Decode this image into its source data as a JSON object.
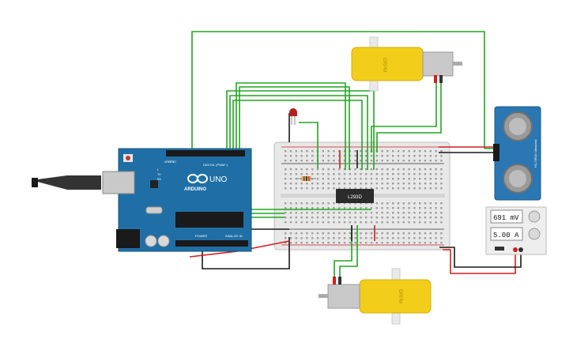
{
  "arduino": {
    "brand": "ARDUINO",
    "model": "UNO",
    "digital_label": "DIGITAL (PWM~)",
    "power_label": "POWER",
    "analog_label": "ANALOG IN",
    "aref_label": "AREF",
    "gnd_label": "GND",
    "tx_label": "TX",
    "rx_label": "RX",
    "l_label": "L"
  },
  "motor_driver": {
    "label": "L293D"
  },
  "motor_top": {
    "label": "GRPM"
  },
  "motor_bottom": {
    "label": "GRPM"
  },
  "ultrasonic": {
    "label": "HC-SR04 Ultrasonic"
  },
  "power_supply": {
    "voltage_display": "691 mV",
    "current_display": "5.00 A"
  },
  "colors": {
    "wire_green": "#22a522",
    "wire_red": "#d21f1f",
    "wire_black": "#1a1a1a",
    "arduino_blue": "#1f6fa6",
    "motor_yellow": "#f2cd19",
    "sensor_blue": "#2a77b3"
  }
}
